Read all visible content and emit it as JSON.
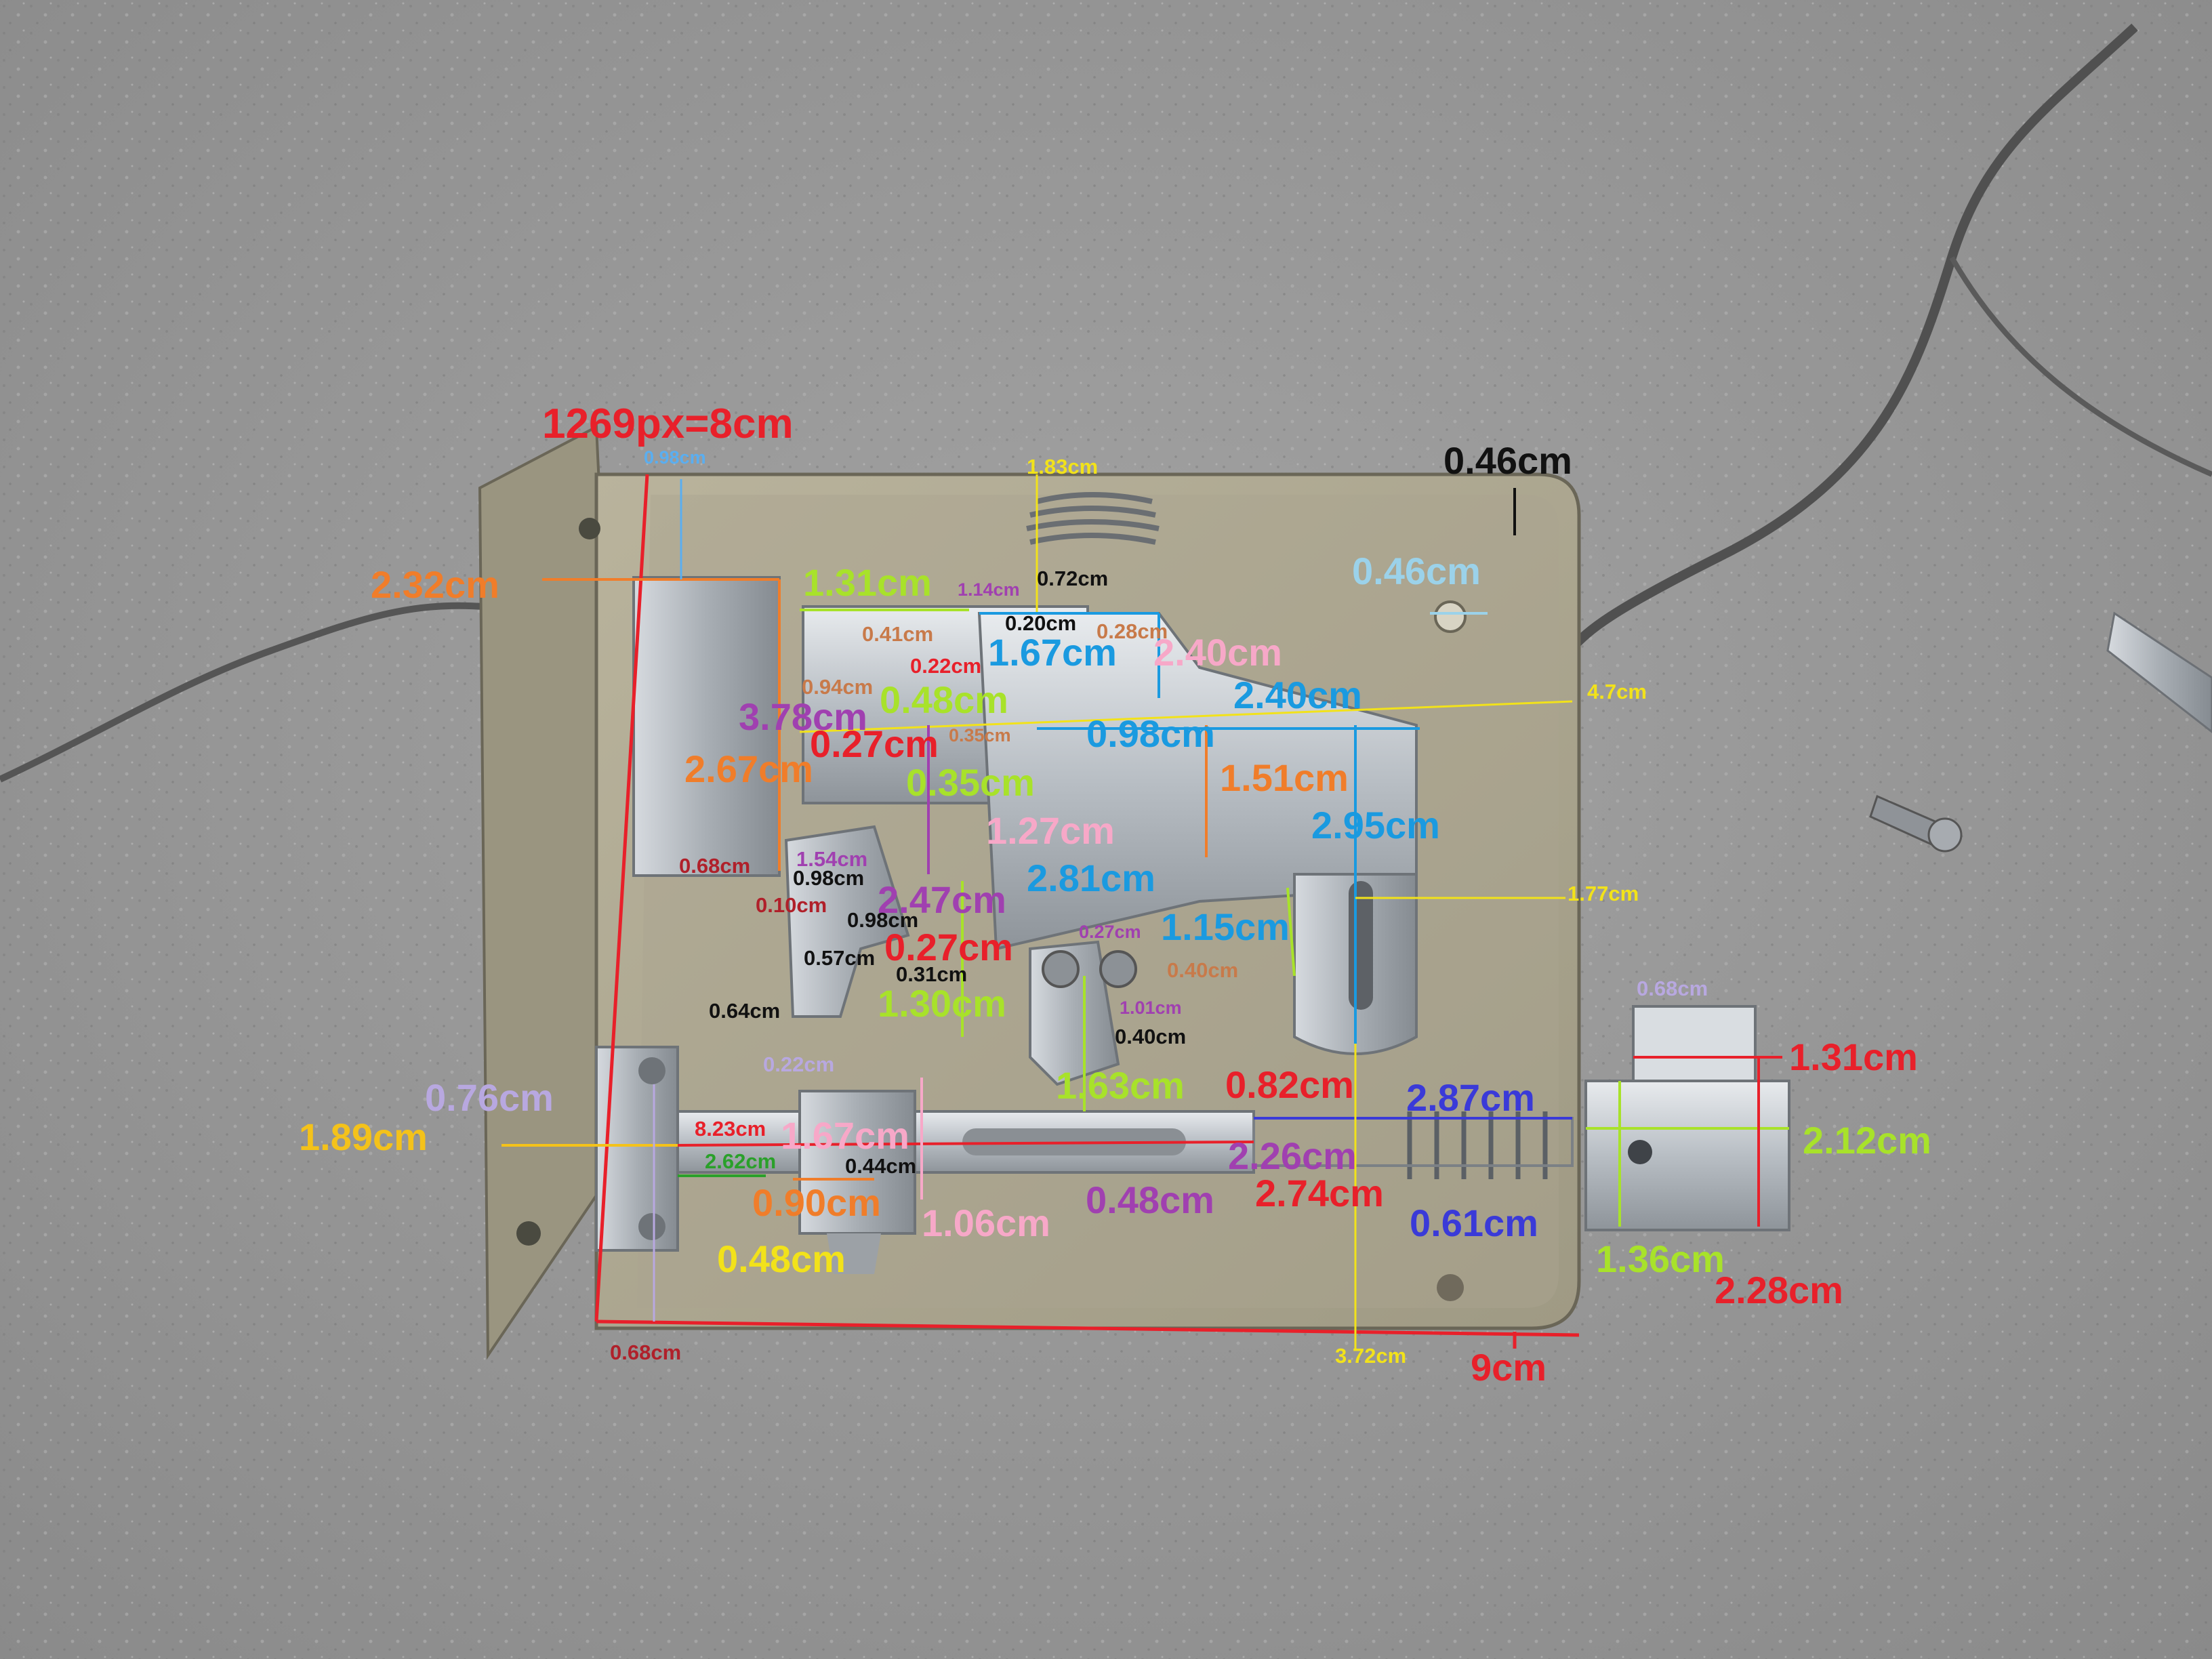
{
  "scale_note": "1269px=8cm",
  "colors": {
    "red": "#e8202a",
    "orange": "#f07d2a",
    "green": "#a8e22a",
    "purple": "#a040b0",
    "pink": "#f7a8c8",
    "blue": "#1a9ae0",
    "lightblue": "#9bd2ea",
    "black": "#111111",
    "yellow": "#f2e21a",
    "gold": "#f4c21a",
    "navy": "#3a3ad8",
    "darkred": "#b0202a",
    "brown": "#c87a4a",
    "lavender": "#b8a8e0",
    "darkgreen": "#2aa02a",
    "skyblue": "#5aaef0"
  },
  "labels": [
    {
      "text": "1269px=8cm",
      "color": "#e8202a"
    },
    {
      "text": "0.98cm",
      "color": "#5aaef0"
    },
    {
      "text": "1.83cm",
      "color": "#f2e21a"
    },
    {
      "text": "0.46cm",
      "color": "#111111"
    },
    {
      "text": "0.46cm",
      "color": "#9bd2ea"
    },
    {
      "text": "2.32cm",
      "color": "#f07d2a"
    },
    {
      "text": "1.31cm",
      "color": "#a8e22a"
    },
    {
      "text": "1.14cm",
      "color": "#a040b0"
    },
    {
      "text": "0.72cm",
      "color": "#111111"
    },
    {
      "text": "0.41cm",
      "color": "#c87a4a"
    },
    {
      "text": "0.20cm",
      "color": "#111111"
    },
    {
      "text": "0.28cm",
      "color": "#c87a4a"
    },
    {
      "text": "1.67cm",
      "color": "#1a9ae0"
    },
    {
      "text": "2.40cm",
      "color": "#f7a8c8"
    },
    {
      "text": "0.22cm",
      "color": "#e8202a"
    },
    {
      "text": "0.94cm",
      "color": "#c87a4a"
    },
    {
      "text": "0.48cm",
      "color": "#a8e22a"
    },
    {
      "text": "2.40cm",
      "color": "#1a9ae0"
    },
    {
      "text": "4.7cm",
      "color": "#f2e21a"
    },
    {
      "text": "3.78cm",
      "color": "#a040b0"
    },
    {
      "text": "0.35cm",
      "color": "#c87a4a"
    },
    {
      "text": "0.98cm",
      "color": "#1a9ae0"
    },
    {
      "text": "0.27cm",
      "color": "#e8202a"
    },
    {
      "text": "2.67cm",
      "color": "#f07d2a"
    },
    {
      "text": "0.35cm",
      "color": "#a8e22a"
    },
    {
      "text": "1.51cm",
      "color": "#f07d2a"
    },
    {
      "text": "2.95cm",
      "color": "#1a9ae0"
    },
    {
      "text": "1.27cm",
      "color": "#f7a8c8"
    },
    {
      "text": "0.68cm",
      "color": "#b0202a"
    },
    {
      "text": "1.54cm",
      "color": "#a040b0"
    },
    {
      "text": "0.98cm",
      "color": "#111111"
    },
    {
      "text": "2.81cm",
      "color": "#1a9ae0"
    },
    {
      "text": "1.77cm",
      "color": "#f2e21a"
    },
    {
      "text": "0.10cm",
      "color": "#b0202a"
    },
    {
      "text": "2.47cm",
      "color": "#a040b0"
    },
    {
      "text": "0.98cm",
      "color": "#111111"
    },
    {
      "text": "0.27cm",
      "color": "#e8202a"
    },
    {
      "text": "0.27cm",
      "color": "#a040b0"
    },
    {
      "text": "1.15cm",
      "color": "#1a9ae0"
    },
    {
      "text": "0.57cm",
      "color": "#111111"
    },
    {
      "text": "0.31cm",
      "color": "#111111"
    },
    {
      "text": "0.40cm",
      "color": "#c87a4a"
    },
    {
      "text": "1.30cm",
      "color": "#a8e22a"
    },
    {
      "text": "1.01cm",
      "color": "#a040b0"
    },
    {
      "text": "0.64cm",
      "color": "#111111"
    },
    {
      "text": "0.40cm",
      "color": "#111111"
    },
    {
      "text": "0.68cm",
      "color": "#b8a8e0"
    },
    {
      "text": "0.22cm",
      "color": "#b8a8e0"
    },
    {
      "text": "1.31cm",
      "color": "#e8202a"
    },
    {
      "text": "0.76cm",
      "color": "#b8a8e0"
    },
    {
      "text": "1.63cm",
      "color": "#a8e22a"
    },
    {
      "text": "0.82cm",
      "color": "#e8202a"
    },
    {
      "text": "2.87cm",
      "color": "#3a3ad8"
    },
    {
      "text": "1.89cm",
      "color": "#f4c21a"
    },
    {
      "text": "8.23cm",
      "color": "#e8202a"
    },
    {
      "text": "1.67cm",
      "color": "#f7a8c8"
    },
    {
      "text": "2.26cm",
      "color": "#a040b0"
    },
    {
      "text": "2.12cm",
      "color": "#a8e22a"
    },
    {
      "text": "2.62cm",
      "color": "#2aa02a"
    },
    {
      "text": "0.44cm",
      "color": "#111111"
    },
    {
      "text": "0.90cm",
      "color": "#f07d2a"
    },
    {
      "text": "0.48cm",
      "color": "#a040b0"
    },
    {
      "text": "2.74cm",
      "color": "#e8202a"
    },
    {
      "text": "0.61cm",
      "color": "#3a3ad8"
    },
    {
      "text": "1.06cm",
      "color": "#f7a8c8"
    },
    {
      "text": "0.48cm",
      "color": "#f2e21a"
    },
    {
      "text": "1.36cm",
      "color": "#a8e22a"
    },
    {
      "text": "2.28cm",
      "color": "#e8202a"
    },
    {
      "text": "0.68cm",
      "color": "#b0202a"
    },
    {
      "text": "3.72cm",
      "color": "#f2e21a"
    },
    {
      "text": "9cm",
      "color": "#e8202a"
    }
  ]
}
